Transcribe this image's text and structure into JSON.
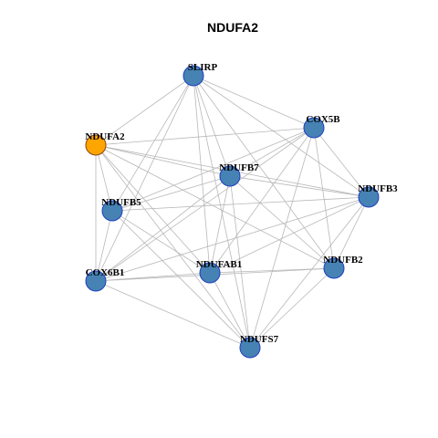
{
  "title": "NDUFA2",
  "colors": {
    "center": "#FFA500",
    "node": "#4682B4",
    "node_border": "#1F3FBF",
    "center_border": "#8B4513",
    "edge": "#B8B8B8"
  },
  "nodes": [
    {
      "id": "SLIRP",
      "label": "SLIRP",
      "center": false
    },
    {
      "id": "COX5B",
      "label": "COX5B",
      "center": false
    },
    {
      "id": "NDUFA2",
      "label": "NDUFA2",
      "center": true
    },
    {
      "id": "NDUFB7",
      "label": "NDUFB7",
      "center": false
    },
    {
      "id": "NDUFB3",
      "label": "NDUFB3",
      "center": false
    },
    {
      "id": "NDUFB5",
      "label": "NDUFB5",
      "center": false
    },
    {
      "id": "COX6B1",
      "label": "COX6B1",
      "center": false
    },
    {
      "id": "NDUFAB1",
      "label": "NDUFAB1",
      "center": false
    },
    {
      "id": "NDUFB2",
      "label": "NDUFB2",
      "center": false
    },
    {
      "id": "NDUFS7",
      "label": "NDUFS7",
      "center": false
    }
  ],
  "edges": [
    [
      "SLIRP",
      "NDUFA2"
    ],
    [
      "SLIRP",
      "COX5B"
    ],
    [
      "SLIRP",
      "NDUFB7"
    ],
    [
      "SLIRP",
      "NDUFB3"
    ],
    [
      "SLIRP",
      "NDUFB5"
    ],
    [
      "SLIRP",
      "COX6B1"
    ],
    [
      "SLIRP",
      "NDUFAB1"
    ],
    [
      "SLIRP",
      "NDUFB2"
    ],
    [
      "SLIRP",
      "NDUFS7"
    ],
    [
      "COX5B",
      "NDUFA2"
    ],
    [
      "COX5B",
      "NDUFB7"
    ],
    [
      "COX5B",
      "NDUFB3"
    ],
    [
      "COX5B",
      "NDUFB5"
    ],
    [
      "COX5B",
      "COX6B1"
    ],
    [
      "COX5B",
      "NDUFAB1"
    ],
    [
      "COX5B",
      "NDUFB2"
    ],
    [
      "COX5B",
      "NDUFS7"
    ],
    [
      "NDUFA2",
      "NDUFB7"
    ],
    [
      "NDUFA2",
      "NDUFB3"
    ],
    [
      "NDUFA2",
      "NDUFB5"
    ],
    [
      "NDUFA2",
      "COX6B1"
    ],
    [
      "NDUFA2",
      "NDUFAB1"
    ],
    [
      "NDUFA2",
      "NDUFB2"
    ],
    [
      "NDUFA2",
      "NDUFS7"
    ],
    [
      "NDUFB7",
      "NDUFB3"
    ],
    [
      "NDUFB7",
      "NDUFB5"
    ],
    [
      "NDUFB7",
      "COX6B1"
    ],
    [
      "NDUFB7",
      "NDUFAB1"
    ],
    [
      "NDUFB7",
      "NDUFB2"
    ],
    [
      "NDUFB7",
      "NDUFS7"
    ],
    [
      "NDUFB3",
      "NDUFB5"
    ],
    [
      "NDUFB3",
      "COX6B1"
    ],
    [
      "NDUFB3",
      "NDUFAB1"
    ],
    [
      "NDUFB3",
      "NDUFB2"
    ],
    [
      "NDUFB3",
      "NDUFS7"
    ],
    [
      "NDUFB5",
      "COX6B1"
    ],
    [
      "NDUFB5",
      "NDUFAB1"
    ],
    [
      "NDUFB5",
      "NDUFS7"
    ],
    [
      "COX6B1",
      "NDUFAB1"
    ],
    [
      "COX6B1",
      "NDUFB2"
    ],
    [
      "COX6B1",
      "NDUFS7"
    ],
    [
      "NDUFAB1",
      "NDUFB2"
    ],
    [
      "NDUFAB1",
      "NDUFS7"
    ],
    [
      "NDUFB2",
      "NDUFS7"
    ]
  ]
}
